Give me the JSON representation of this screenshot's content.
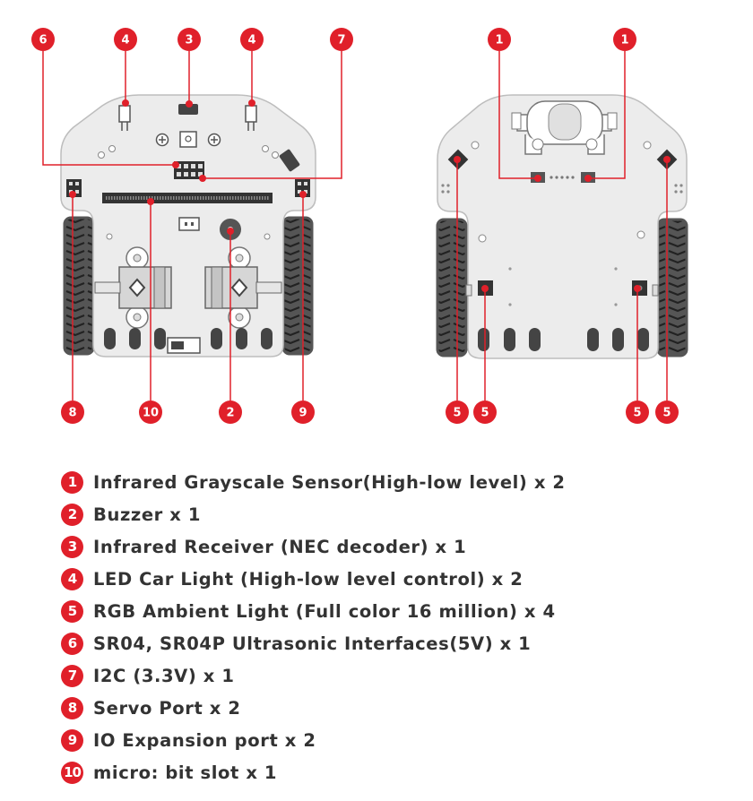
{
  "accent_color": "#e0202a",
  "board_color": "#ececec",
  "callouts": {
    "front_top": [
      "6",
      "4",
      "3",
      "4",
      "7"
    ],
    "front_bottom": [
      "8",
      "10",
      "2",
      "9"
    ],
    "back_top": [
      "1",
      "1"
    ],
    "back_bottom": [
      "5",
      "5",
      "5",
      "5"
    ]
  },
  "legend": [
    {
      "num": "1",
      "text": "Infrared Grayscale Sensor(High-low level) x 2"
    },
    {
      "num": "2",
      "text": "Buzzer x 1"
    },
    {
      "num": "3",
      "text": "Infrared Receiver (NEC decoder) x 1"
    },
    {
      "num": "4",
      "text": "LED Car Light (High-low level control) x 2"
    },
    {
      "num": "5",
      "text": "RGB Ambient Light (Full color 16 million) x 4"
    },
    {
      "num": "6",
      "text": "SR04, SR04P Ultrasonic Interfaces(5V) x 1"
    },
    {
      "num": "7",
      "text": "I2C (3.3V) x 1"
    },
    {
      "num": "8",
      "text": "Servo Port x 2"
    },
    {
      "num": "9",
      "text": "IO Expansion port x 2"
    },
    {
      "num": "10",
      "text": "micro: bit slot x 1"
    }
  ]
}
